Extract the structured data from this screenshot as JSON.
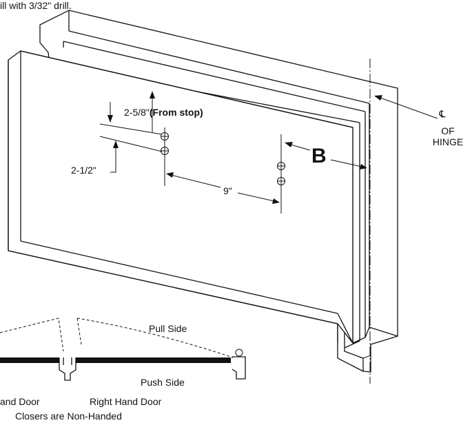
{
  "header": {
    "partial_text": "ill with 3/32\" drill."
  },
  "labels": {
    "stop_dim": "2-5/8\"",
    "stop_note": "(From stop)",
    "hole_dim": "2-1/2\"",
    "spacing_dim": "9\"",
    "b_marker": "B",
    "centerline_symbol": "℄",
    "centerline_of": "OF",
    "centerline_hinge": "HINGE"
  },
  "swing": {
    "pull_side": "Pull Side",
    "push_side": "Push Side",
    "left_hand_door": "and Door",
    "right_hand_door": "Right Hand Door",
    "note": "Closers are Non-Handed"
  }
}
